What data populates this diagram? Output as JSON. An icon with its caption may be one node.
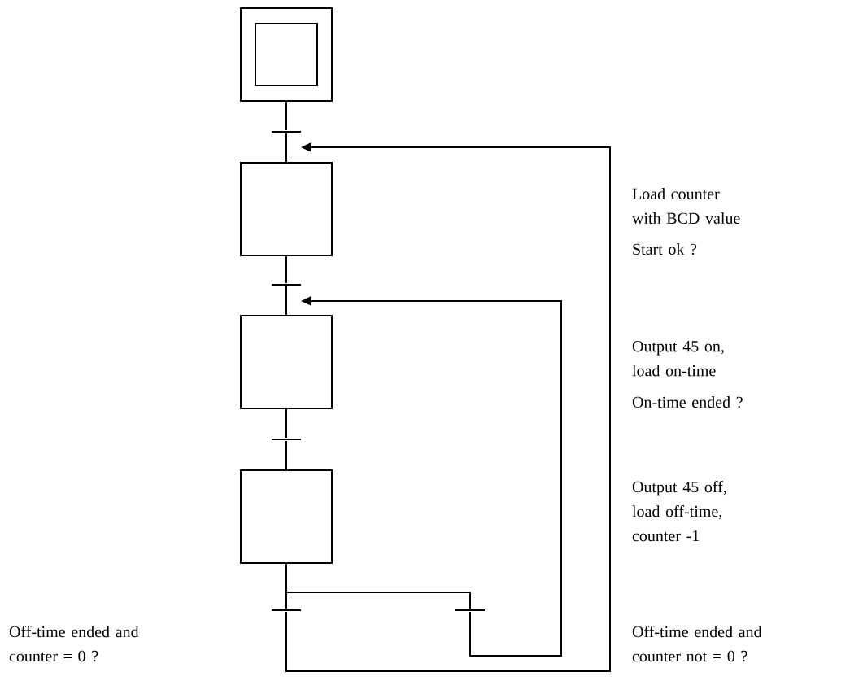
{
  "diagram": {
    "nodes": [
      {
        "text": [],
        "shape": "box"
      },
      {
        "text": [],
        "shape": "bar"
      },
      {
        "text": [],
        "shape": "box"
      },
      {
        "text": [],
        "shape": "bar"
      },
      {
        "text": [],
        "shape": "box"
      },
      {
        "text": [],
        "shape": "bar"
      },
      {
        "text": [],
        "shape": "box"
      },
      {
        "text": [],
        "shape": "bar"
      },
      {
        "text": [],
        "shape": "bar"
      }
    ],
    "edges": [
      {
        "from": 0,
        "to": 1,
        "arrow": "none"
      },
      {
        "from": 1,
        "to": 2,
        "arrow": "none"
      },
      {
        "from": 2,
        "to": 3,
        "arrow": "none"
      },
      {
        "from": 3,
        "to": 4,
        "arrow": "none"
      },
      {
        "from": 4,
        "to": 5,
        "arrow": "none"
      },
      {
        "from": 5,
        "to": 6,
        "arrow": "none"
      },
      {
        "from": 6,
        "to": 7,
        "arrow": "none"
      },
      {
        "from": 6,
        "to": 8,
        "arrow": "none"
      },
      {
        "from": 7,
        "to": 2,
        "arrow": "to"
      },
      {
        "from": 8,
        "to": 4,
        "arrow": "to"
      }
    ],
    "labels": [
      "Load counter with BCD value",
      "Start ok ?",
      "Output 45 on, load on-time",
      "On-time ended ?",
      "Output 45 off, load off-time, counter -1",
      "Off-time ended and counter = 0 ?",
      "Off-time ended and counter not = 0 ?"
    ]
  }
}
